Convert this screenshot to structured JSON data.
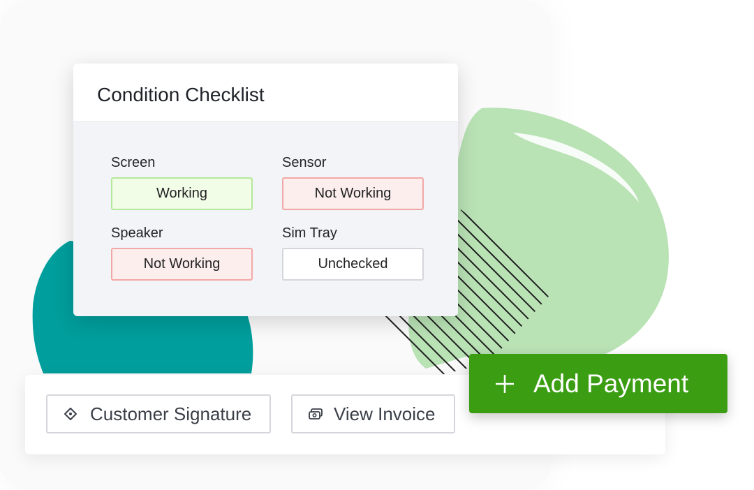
{
  "checklist": {
    "title": "Condition Checklist",
    "items": [
      {
        "label": "Screen",
        "status": "Working",
        "state": "working"
      },
      {
        "label": "Sensor",
        "status": "Not Working",
        "state": "not-working"
      },
      {
        "label": "Speaker",
        "status": "Not Working",
        "state": "not-working"
      },
      {
        "label": "Sim Tray",
        "status": "Unchecked",
        "state": "unchecked"
      }
    ]
  },
  "actions": {
    "signature_label": "Customer Signature",
    "signature_icon": "signature-pen-icon",
    "invoice_label": "View Invoice",
    "invoice_icon": "cash-icon"
  },
  "add_payment": {
    "label": "Add Payment",
    "icon": "plus-icon"
  },
  "colors": {
    "teal_blob": "#009e9c",
    "green_blob": "#b9e2b5",
    "primary_green": "#3a9d12",
    "working_bg": "#f2fde8",
    "working_border": "#b4e89a",
    "not_working_bg": "#fdeeee",
    "not_working_border": "#f2a7a7"
  }
}
